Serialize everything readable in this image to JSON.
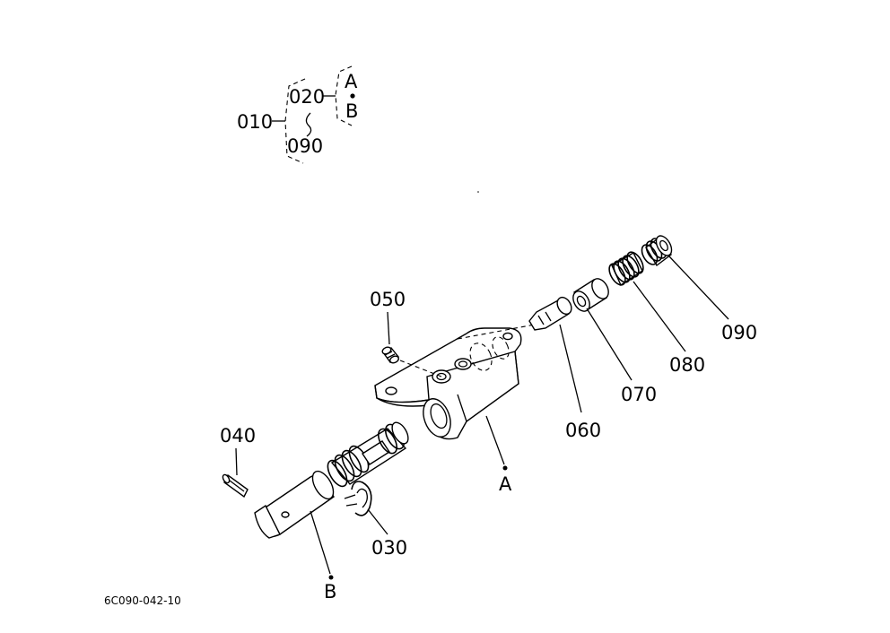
{
  "legend": {
    "root": "010",
    "child_top": "020",
    "child_bottom": "090",
    "sub_a": "A",
    "sub_b": "B"
  },
  "callouts": {
    "p030": "030",
    "p040": "040",
    "p050": "050",
    "p060": "060",
    "p070": "070",
    "p080": "080",
    "p090": "090",
    "a": "A",
    "b": "B"
  },
  "drawing_ref": "6C090-042-10"
}
